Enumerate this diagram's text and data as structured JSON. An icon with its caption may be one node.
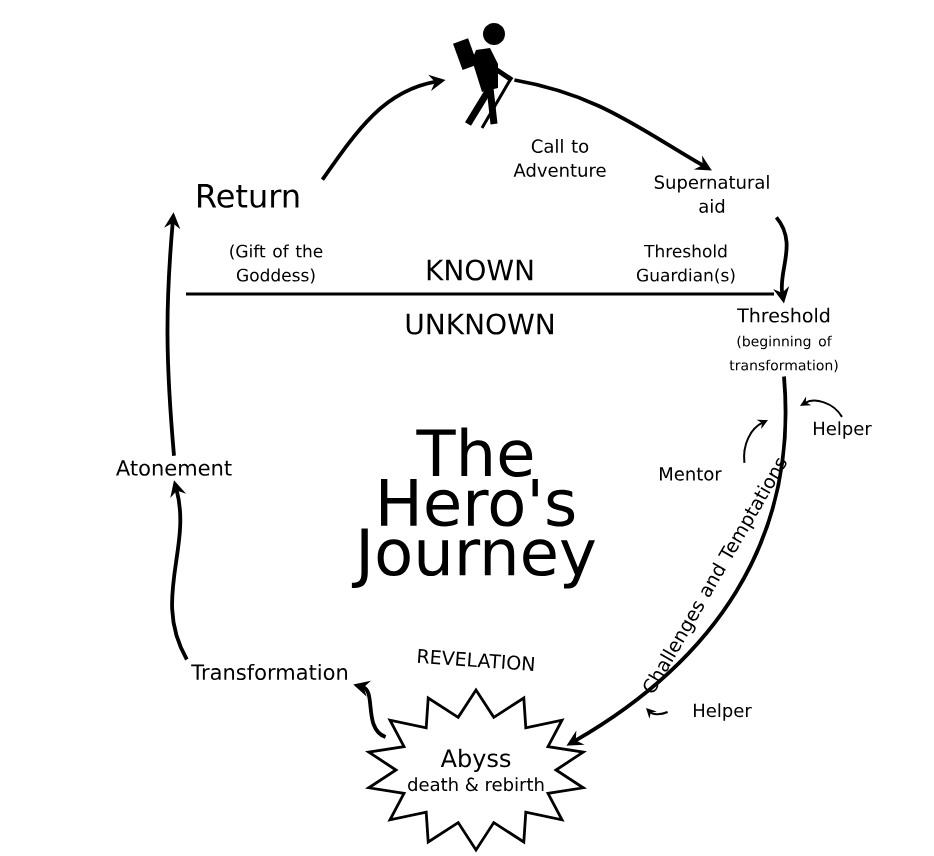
{
  "diagram": {
    "title": "The Hero's Journey",
    "nodes": [
      {
        "text": [],
        "shape": "person"
      },
      {
        "text": [
          "Supernatural aid"
        ]
      },
      {
        "text": [
          "Threshold",
          "(beginning of transformation)"
        ]
      },
      {
        "text": [
          "Abyss",
          "death & rebirth"
        ]
      },
      {
        "text": [
          "Transformation"
        ]
      },
      {
        "text": [
          "Atonement"
        ]
      },
      {
        "text": [
          "Return"
        ],
        "beside": [
          "(Gift of the Goddess)"
        ]
      },
      {
        "text": [
          "Mentor"
        ]
      },
      {
        "text": [
          "Helper"
        ]
      },
      {
        "text": [
          "Helper"
        ]
      }
    ],
    "edges": [
      {
        "from": 0,
        "to": 1,
        "arrow": "to",
        "label": "Call to Adventure"
      },
      {
        "from": 1,
        "to": 2,
        "arrow": "to",
        "label": "Threshold Guardian(s)"
      },
      {
        "from": 2,
        "to": 3,
        "arrow": "to",
        "label": "Challenges and Temptations"
      },
      {
        "from": 3,
        "to": 4,
        "arrow": "to"
      },
      {
        "from": 4,
        "to": 5,
        "arrow": "to"
      },
      {
        "from": 5,
        "to": 6,
        "arrow": "to"
      },
      {
        "from": 6,
        "to": 0,
        "arrow": "to"
      },
      {
        "from": 7,
        "to": null,
        "arrow": "to"
      },
      {
        "from": 8,
        "to": null,
        "arrow": "to"
      },
      {
        "from": 9,
        "to": null,
        "arrow": "to"
      }
    ],
    "labels": [
      "KNOWN",
      "UNKNOWN",
      "REVELATION"
    ]
  }
}
